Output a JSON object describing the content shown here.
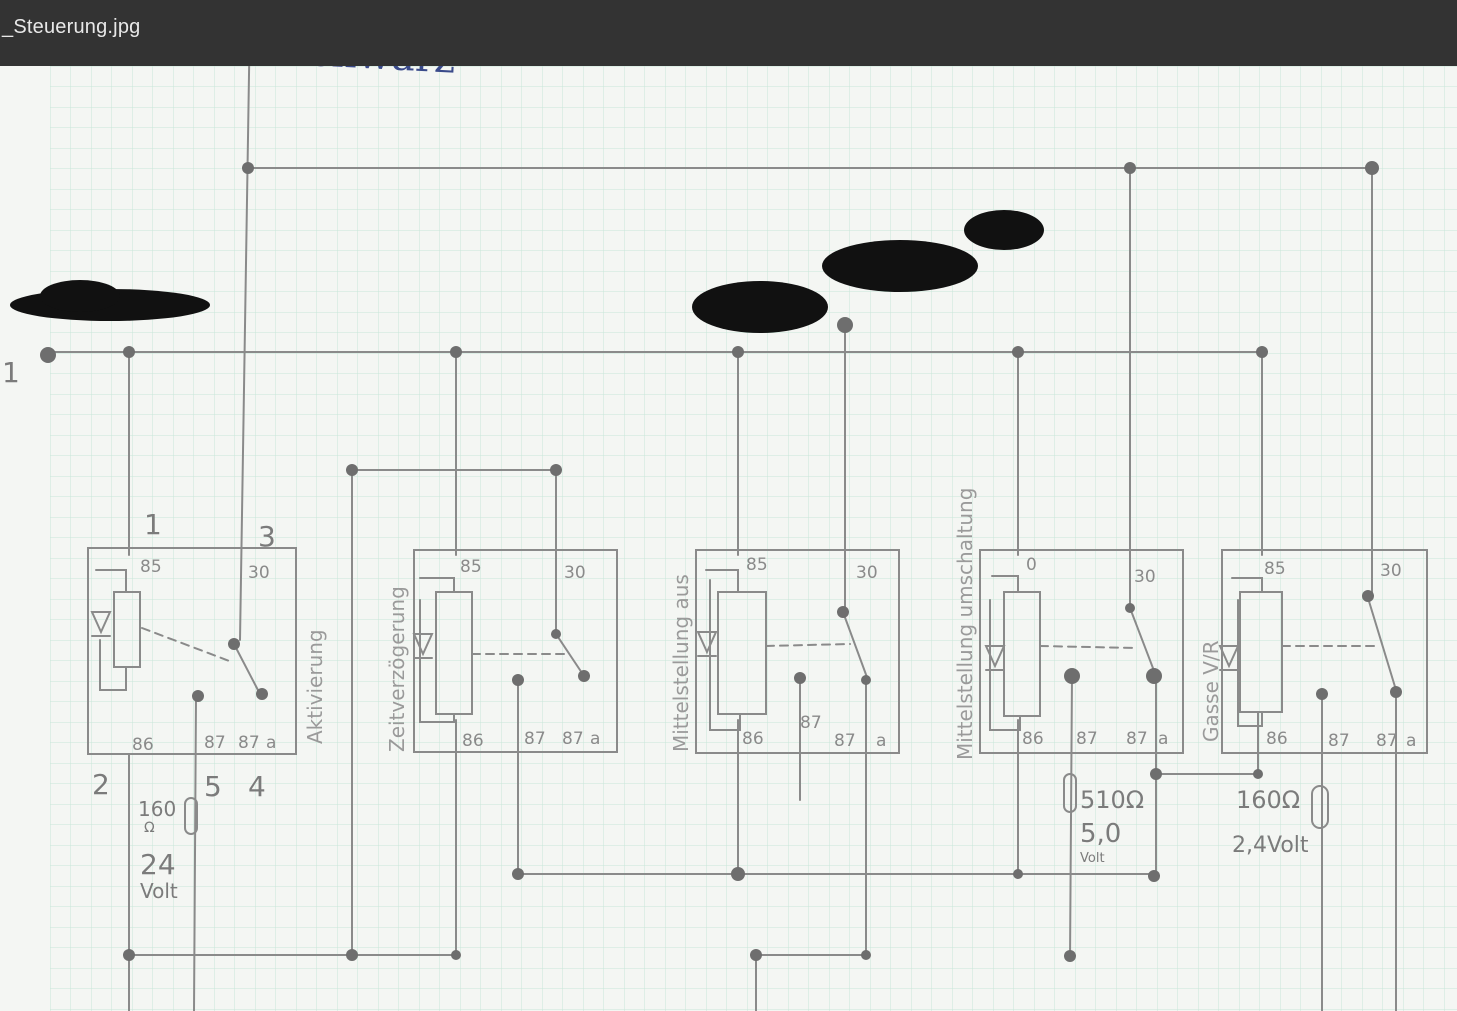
{
  "window": {
    "title": "_Steuerung.jpg"
  },
  "sketch": {
    "wire_color_label": "schwarz",
    "terminals": {
      "t1_left": "1",
      "t1": "1",
      "t2": "2",
      "t3": "3",
      "t4": "4",
      "t5": "5"
    },
    "pins": {
      "p85": "85",
      "p86": "86",
      "p87": "87",
      "p30": "30",
      "p87a_num": "87",
      "p87a_suffix": "a"
    },
    "relays": [
      {
        "label": "Aktivierung"
      },
      {
        "label": "Zeitverzögerung"
      },
      {
        "label": "Mittelstellung aus"
      },
      {
        "label": "Mittelstellung umschaltung"
      },
      {
        "label": "Gasse V/R"
      }
    ],
    "resistor_1": {
      "value": "160",
      "unit": "Ω",
      "voltage_num": "24",
      "voltage_unit": "Volt"
    },
    "resistor_2": {
      "value": "510Ω",
      "voltage_num": "5,0",
      "voltage_unit": "Volt"
    },
    "resistor_3": {
      "value": "160Ω",
      "voltage": "2,4Volt"
    }
  },
  "colors": {
    "titlebar": "#333333",
    "title_text": "#e8e8e8",
    "paper": "#f4f6f3",
    "grid": "#c8e6d8",
    "pencil": "#8a8a8a",
    "blue_ink": "#3a4a8a",
    "scribble": "#111111"
  }
}
